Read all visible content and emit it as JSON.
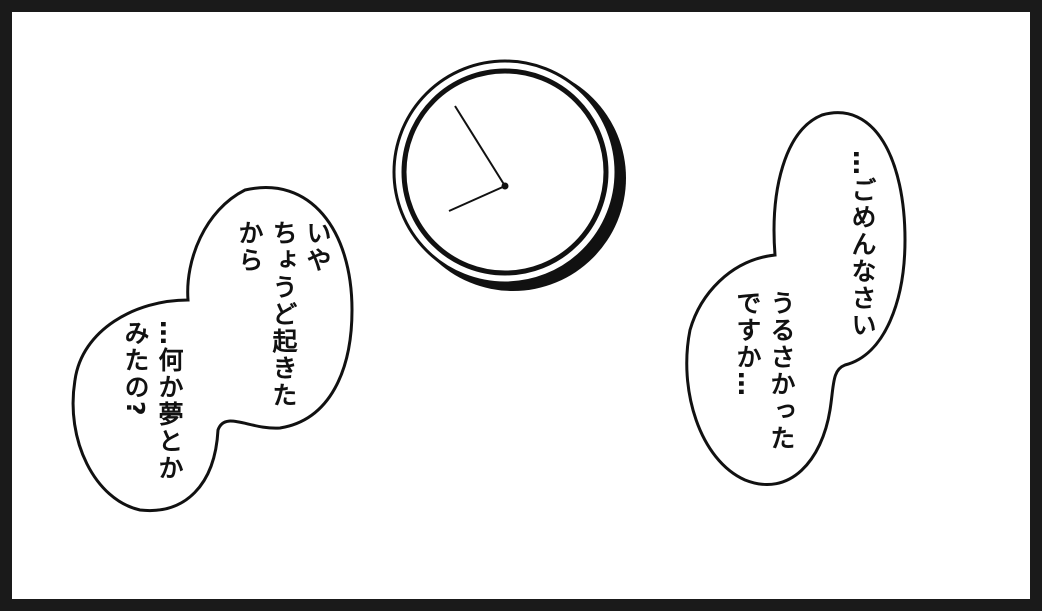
{
  "colors": {
    "ink": "#111111",
    "paper": "#ffffff",
    "frame": "#1a1a1a"
  },
  "bubbles": {
    "left_top": {
      "lines": [
        "いや",
        "ちょうど起きた",
        "から"
      ]
    },
    "left_bottom": {
      "lines": [
        "…何か夢とか",
        "みたの?"
      ]
    },
    "right_top": {
      "lines": [
        "…ごめんなさい"
      ]
    },
    "right_bottom": {
      "lines": [
        "うるさかった",
        "ですか…"
      ]
    }
  },
  "clock": {
    "icon": "wall-clock-icon"
  }
}
